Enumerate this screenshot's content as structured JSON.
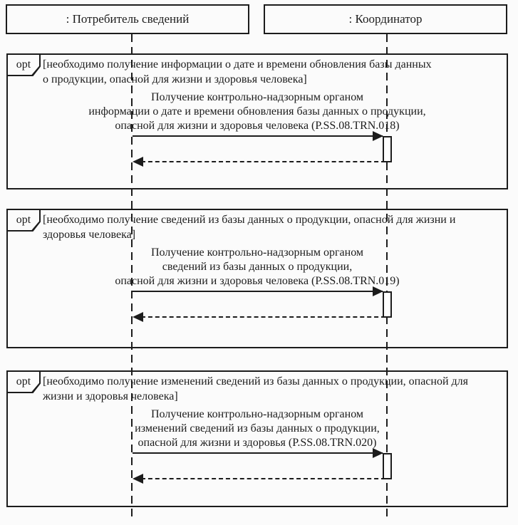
{
  "colors": {
    "ink": "#1c1c1c",
    "background": "#fbfbfb",
    "activation_fill": "#ffffff"
  },
  "actors": [
    {
      "label": ": Потребитель сведений"
    },
    {
      "label": ": Координатор"
    }
  ],
  "fragments": [
    {
      "operator": "opt",
      "guard": [
        "[необходимо получение информации о дате и времени обновления базы данных",
        "о продукции, опасной для жизни и здоровья человека]"
      ],
      "message": [
        "Получение контрольно-надзорным органом",
        "информации о дате и времени обновления базы данных о продукции,",
        "опасной для жизни и здоровья человека (P.SS.08.TRN.018)"
      ]
    },
    {
      "operator": "opt",
      "guard": [
        "[необходимо получение сведений из базы данных о продукции, опасной для жизни и",
        "здоровья человека]"
      ],
      "message": [
        "Получение контрольно-надзорным органом",
        "сведений из базы данных о продукции,",
        "опасной для жизни и здоровья человека (P.SS.08.TRN.019)"
      ]
    },
    {
      "operator": "opt",
      "guard": [
        "[необходимо получение изменений сведений из базы данных о продукции, опасной для",
        "жизни и здоровья человека]"
      ],
      "message": [
        "Получение контрольно-надзорным органом",
        "изменений сведений из базы данных о продукции,",
        "опасной для жизни и здоровья (P.SS.08.TRN.020)"
      ]
    }
  ]
}
